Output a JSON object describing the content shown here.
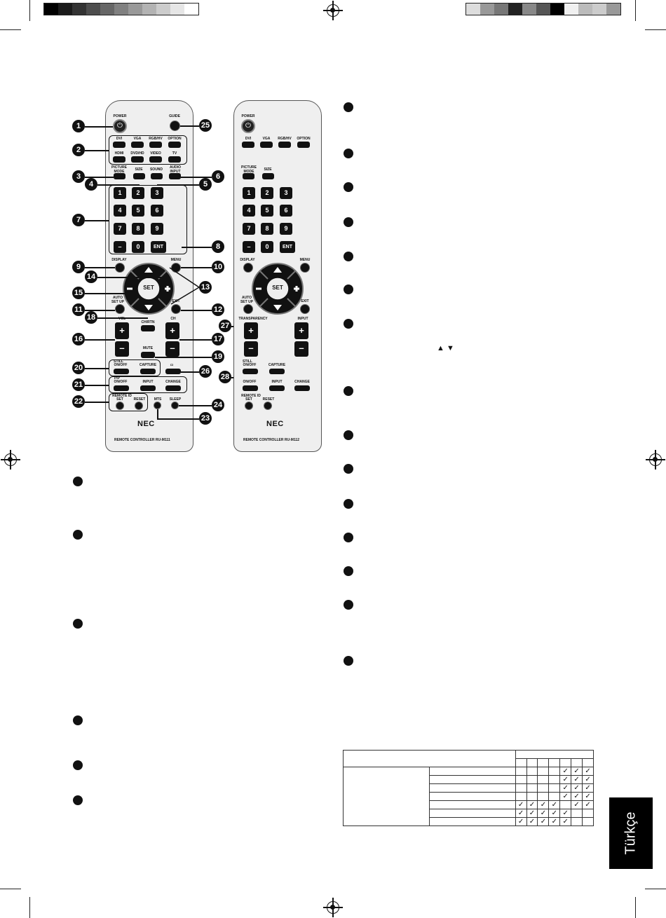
{
  "remote_left": {
    "model": "REMOTE CONTROLLER RU-M111",
    "brand": "NEC",
    "labels": {
      "power": "POWER",
      "guide": "GUIDE",
      "dvi": "DVI",
      "vga": "VGA",
      "rgbhv": "RGB/HV",
      "option": "OPTION",
      "hdmi": "HDMI",
      "dvdhd": "DVD/HD",
      "video": "VIDEO",
      "tv": "TV",
      "picture_mode": "PICTURE MODE",
      "size": "SIZE",
      "sound": "SOUND",
      "audio_input": "AUDIO INPUT",
      "display": "DISPLAY",
      "menu": "MENU",
      "set": "SET",
      "auto_setup": "AUTO SET UP",
      "exit": "EXIT",
      "vol": "VOL",
      "ch": "CH",
      "chrtn": "CH/RTN",
      "mute": "MUTE",
      "still": "STILL",
      "still_onoff": "ON/OFF",
      "capture": "CAPTURE",
      "pip": "PIP",
      "pip_onoff": "ON/OFF",
      "input": "INPUT",
      "change": "CHANGE",
      "remote_id": "REMOTE ID",
      "id_set": "SET",
      "id_reset": "RESET",
      "mts": "MTS",
      "sleep": "SLEEP"
    },
    "keys": [
      "1",
      "2",
      "3",
      "4",
      "5",
      "6",
      "7",
      "8",
      "9",
      "–",
      "0",
      "ENT"
    ]
  },
  "remote_right": {
    "model": "REMOTE CONTROLLER RU-M112",
    "brand": "NEC",
    "labels": {
      "power": "POWER",
      "dvi": "DVI",
      "vga": "VGA",
      "rgbhv": "RGB/HV",
      "option": "OPTION",
      "picture_mode": "PICTURE MODE",
      "size": "SIZE",
      "display": "DISPLAY",
      "menu": "MENU",
      "set": "SET",
      "auto_setup": "AUTO SET UP",
      "exit": "EXIT",
      "transparency": "TRANSPARENCY",
      "input_top": "INPUT",
      "still": "STILL",
      "still_onoff": "ON/OFF",
      "capture": "CAPTURE",
      "pip_onoff": "ON/OFF",
      "input": "INPUT",
      "change": "CHANGE",
      "remote_id": "REMOTE ID",
      "id_set": "SET",
      "id_reset": "RESET"
    },
    "keys": [
      "1",
      "2",
      "3",
      "4",
      "5",
      "6",
      "7",
      "8",
      "9",
      "–",
      "0",
      "ENT"
    ]
  },
  "callouts": [
    "1",
    "2",
    "3",
    "4",
    "5",
    "6",
    "7",
    "8",
    "9",
    "10",
    "11",
    "12",
    "13",
    "14",
    "15",
    "16",
    "17",
    "18",
    "19",
    "20",
    "21",
    "22",
    "23",
    "24",
    "25",
    "26",
    "27",
    "28"
  ],
  "arrows_text": "▲ ▼",
  "check": "✓",
  "language_tab": "Türkçe"
}
